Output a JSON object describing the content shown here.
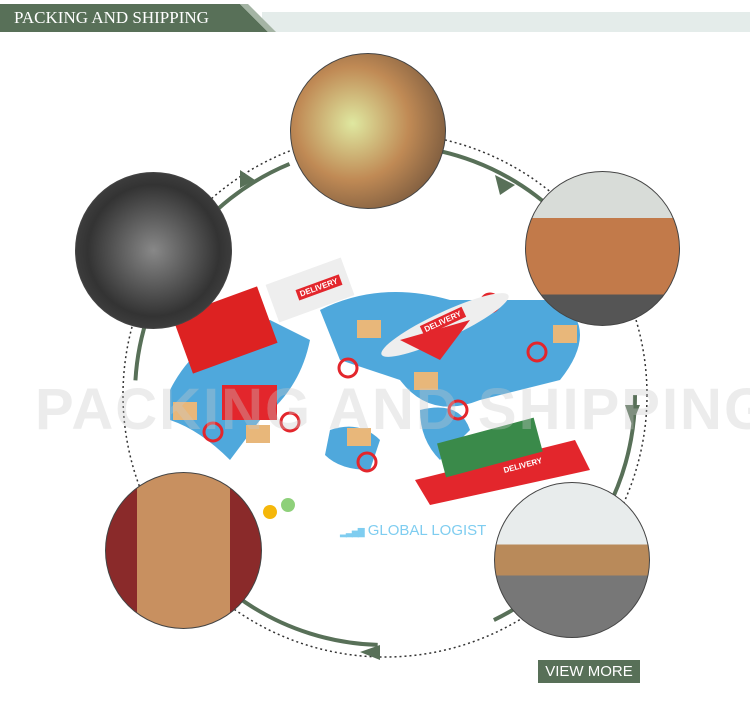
{
  "header": {
    "title": "PACKING AND SHIPPING"
  },
  "illustration": {
    "watermark": "PACKING AND SHIPPING",
    "delivery_label": "DELIVERY",
    "global_text": "GLOBAL LOGIST"
  },
  "photos": [
    "wooden-crate-packing",
    "engines-in-workshop",
    "boxed-engines-warehouse",
    "container-loading",
    "warehouse-yard-pallets"
  ],
  "colors": {
    "accent": "#587058",
    "red": "#e3262c",
    "map": "#4fa8dc"
  },
  "view_more": "VIEW MORE"
}
